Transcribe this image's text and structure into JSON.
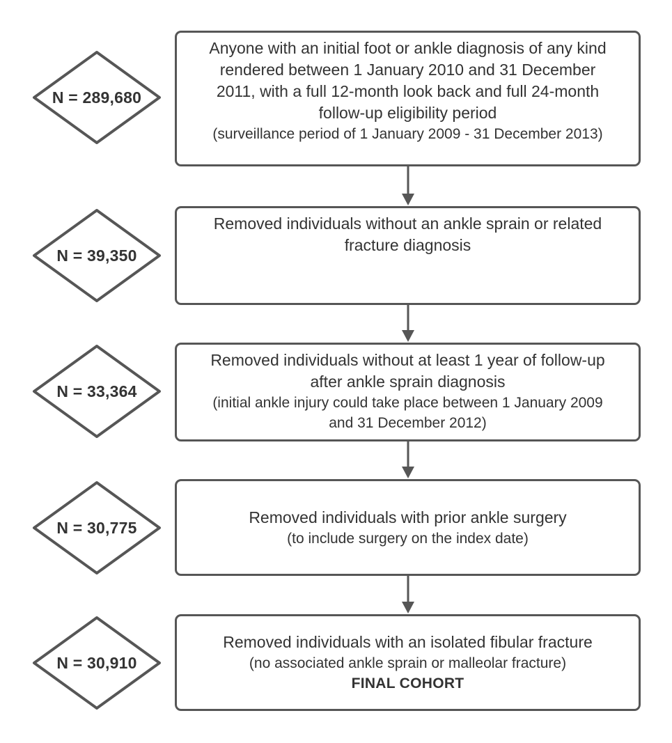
{
  "diagram": {
    "type": "flowchart",
    "title": "Study cohort selection flow diagram",
    "orientation": "vertical",
    "colors": {
      "border": "#565656",
      "text": "#333333",
      "background": "#ffffff",
      "arrow": "#565656"
    },
    "steps": [
      {
        "count_label": "N = 289,680",
        "count_value": 289680,
        "lines": [
          {
            "text": "Anyone with an initial foot or ankle diagnosis of any kind",
            "style": "normal"
          },
          {
            "text": "rendered between 1 January 2010 and 31 December",
            "style": "normal"
          },
          {
            "text": "2011, with a full 12-month look back and full 24-month",
            "style": "normal"
          },
          {
            "text": "follow-up eligibility period",
            "style": "normal"
          },
          {
            "text": "(surveillance period of 1 January 2009 - 31 December 2013)",
            "style": "small"
          }
        ]
      },
      {
        "count_label": "N = 39,350",
        "count_value": 39350,
        "lines": [
          {
            "text": "Removed individuals without an ankle sprain or related",
            "style": "normal"
          },
          {
            "text": "fracture diagnosis",
            "style": "normal"
          }
        ]
      },
      {
        "count_label": "N = 33,364",
        "count_value": 33364,
        "lines": [
          {
            "text": "Removed individuals without at least 1 year of follow-up",
            "style": "normal"
          },
          {
            "text": "after ankle sprain diagnosis",
            "style": "normal"
          },
          {
            "text": "(initial ankle injury could take place between 1 January 2009",
            "style": "small"
          },
          {
            "text": "and 31 December 2012)",
            "style": "small"
          }
        ]
      },
      {
        "count_label": "N = 30,775",
        "count_value": 30775,
        "lines": [
          {
            "text": "Removed individuals with prior ankle surgery",
            "style": "normal"
          },
          {
            "text": "(to include surgery on the index date)",
            "style": "small"
          }
        ]
      },
      {
        "count_label": "N = 30,910",
        "count_value": 30910,
        "lines": [
          {
            "text": "Removed individuals with an isolated fibular fracture",
            "style": "normal"
          },
          {
            "text": "(no associated ankle sprain or malleolar fracture)",
            "style": "small"
          },
          {
            "text": "FINAL COHORT",
            "style": "bold"
          }
        ]
      }
    ],
    "connectors": [
      {
        "from": 0,
        "to": 1,
        "icon": "down-arrow-icon"
      },
      {
        "from": 1,
        "to": 2,
        "icon": "down-arrow-icon"
      },
      {
        "from": 2,
        "to": 3,
        "icon": "down-arrow-icon"
      },
      {
        "from": 3,
        "to": 4,
        "icon": "down-arrow-icon"
      }
    ]
  }
}
